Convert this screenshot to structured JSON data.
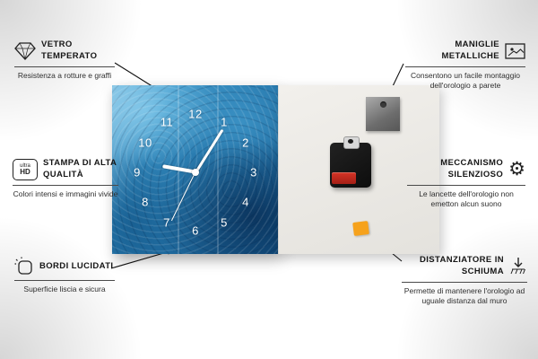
{
  "callouts": {
    "left": [
      {
        "icon": "diamond-icon",
        "title": "VETRO TEMPERATO",
        "desc": "Resistenza a rotture e graffi"
      },
      {
        "icon": "ultra-hd-icon",
        "icon_label_top": "ultra",
        "icon_label_bottom": "HD",
        "title": "STAMPA DI ALTA QUALITÀ",
        "desc": "Colori intensi e immagini vivide"
      },
      {
        "icon": "polished-edge-icon",
        "title": "BORDI LUCIDATI",
        "desc": "Superficie liscia e sicura"
      }
    ],
    "right": [
      {
        "icon": "picture-frame-icon",
        "title": "MANIGLIE METALLICHE",
        "desc": "Consentono un facile montaggio dell'orologio a parete"
      },
      {
        "icon": "gear-icon",
        "glyph": "⚙",
        "title": "MECCANISMO SILENZIOSO",
        "desc": "Le lancette dell'orologio non emetton alcun suono"
      },
      {
        "icon": "foam-spacer-icon",
        "title": "DISTANZIATORE IN SCHIUMA",
        "desc": "Permette di mantenere l'orologio ad uguale distanza dal muro"
      }
    ]
  },
  "clock": {
    "numbers": [
      "12",
      "1",
      "2",
      "3",
      "4",
      "5",
      "6",
      "7",
      "8",
      "9",
      "10",
      "11"
    ]
  },
  "colors": {
    "glass_blue": "#2a7cb0",
    "foam_orange": "#f6a21c",
    "battery_red": "#b22418"
  }
}
